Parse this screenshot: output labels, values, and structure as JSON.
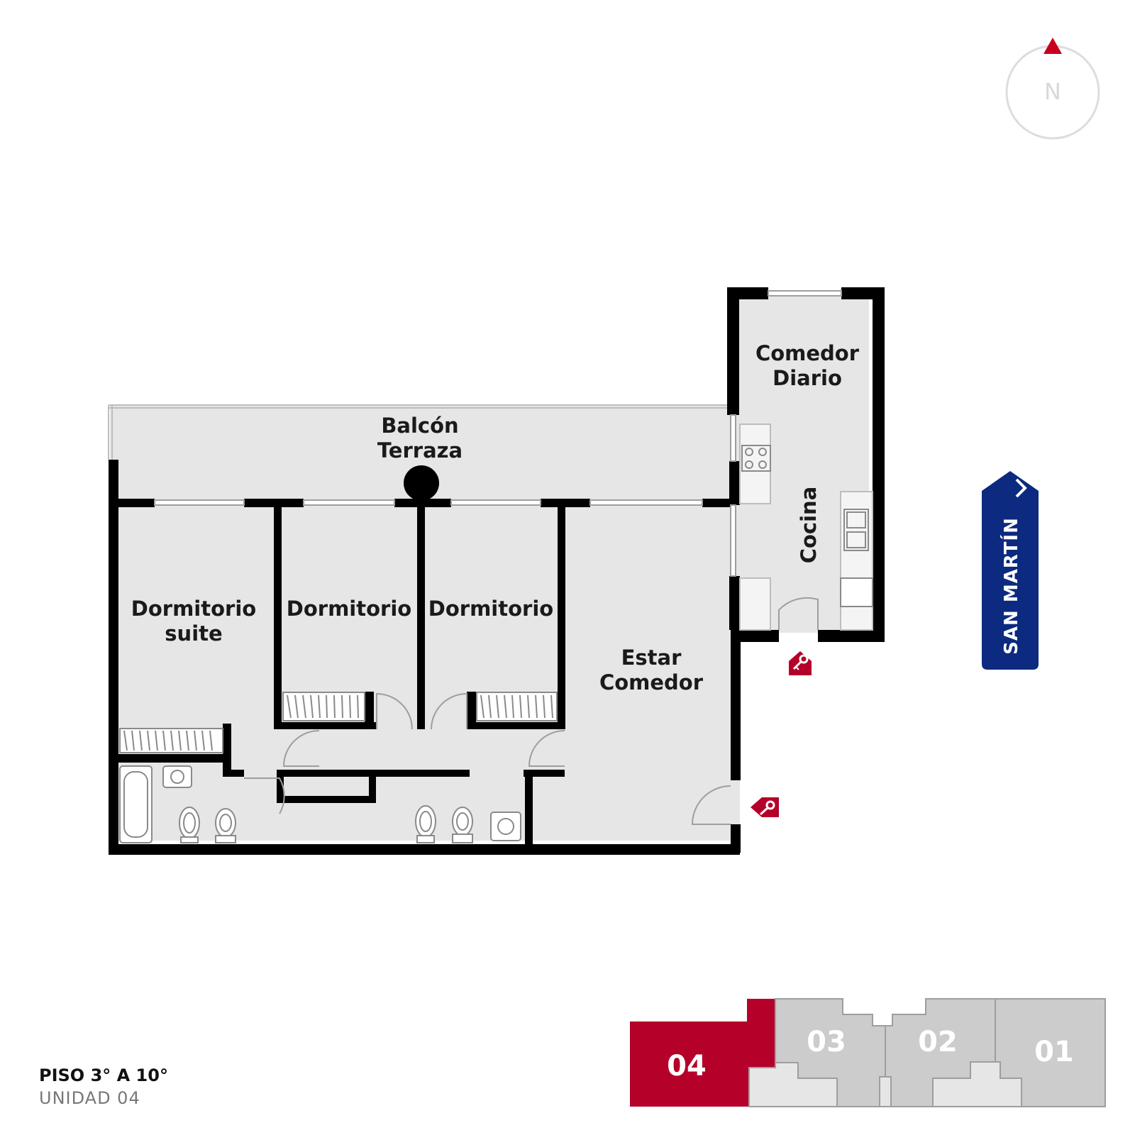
{
  "rooms": {
    "balcon": {
      "line1": "Balcón",
      "line2": "Terraza"
    },
    "comedor_diario": {
      "line1": "Comedor",
      "line2": "Diario"
    },
    "cocina": "Cocina",
    "dormitorio_suite": {
      "line1": "Dormitorio",
      "line2": "suite"
    },
    "dormitorio_2": "Dormitorio",
    "dormitorio_3": "Dormitorio",
    "estar_comedor": {
      "line1": "Estar",
      "line2": "Comedor"
    }
  },
  "street": "SAN MARTÍN",
  "compass": "N",
  "floor": {
    "title": "PISO 3° A 10°",
    "unit": "UNIDAD 04"
  },
  "key_plan": {
    "units": [
      "04",
      "03",
      "02",
      "01"
    ],
    "selected": "04"
  },
  "colors": {
    "accent": "#b5002a",
    "street_sign": "#0b2a80",
    "wall": "#000000",
    "room_fill": "#e6e6e6",
    "key_plan_unit": "#cccccc",
    "key_plan_common": "#e6e6e6"
  },
  "icons": [
    "compass-icon",
    "key-entrance-icon",
    "street-arrow-icon",
    "stove-icon",
    "sink-icon",
    "toilet-icon",
    "bidet-icon",
    "bathtub-icon",
    "closet-icon"
  ]
}
